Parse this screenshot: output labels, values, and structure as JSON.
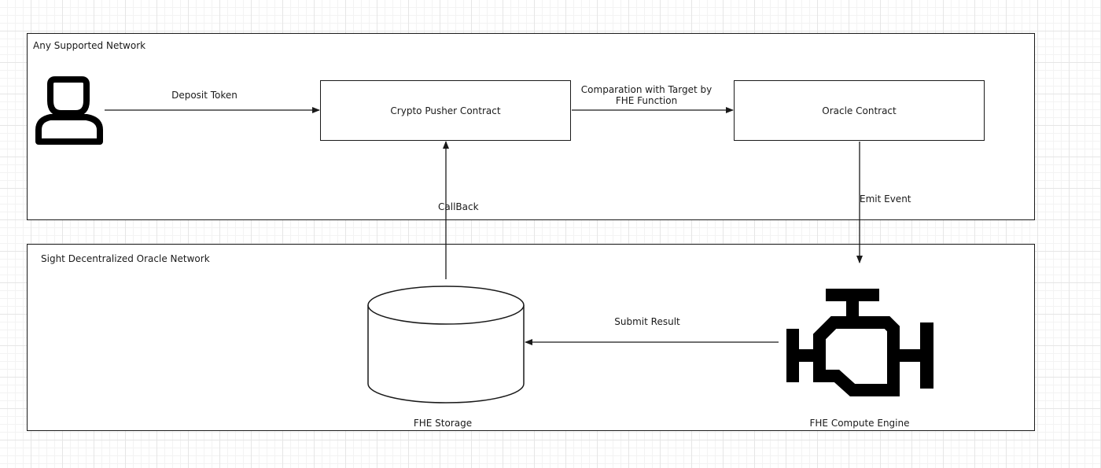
{
  "regions": {
    "top": {
      "label": "Any Supported Network"
    },
    "bottom": {
      "label": "Sight Decentralized Oracle Network"
    }
  },
  "nodes": {
    "crypto_pusher": "Crypto Pusher Contract",
    "oracle": "Oracle Contract",
    "storage": "FHE Storage",
    "compute": "FHE Compute Engine"
  },
  "edges": {
    "deposit": "Deposit Token",
    "comparison_line1": "Comparation with Target by",
    "comparison_line2": "FHE Function",
    "emit": "Emit Event",
    "submit": "Submit Result",
    "callback": "CallBack"
  },
  "icons": {
    "user": "user-icon",
    "engine": "engine-icon",
    "storage": "database-cylinder-icon"
  },
  "colors": {
    "stroke": "#1a1a1a",
    "grid": "#e6e6e6",
    "background": "#ffffff"
  }
}
